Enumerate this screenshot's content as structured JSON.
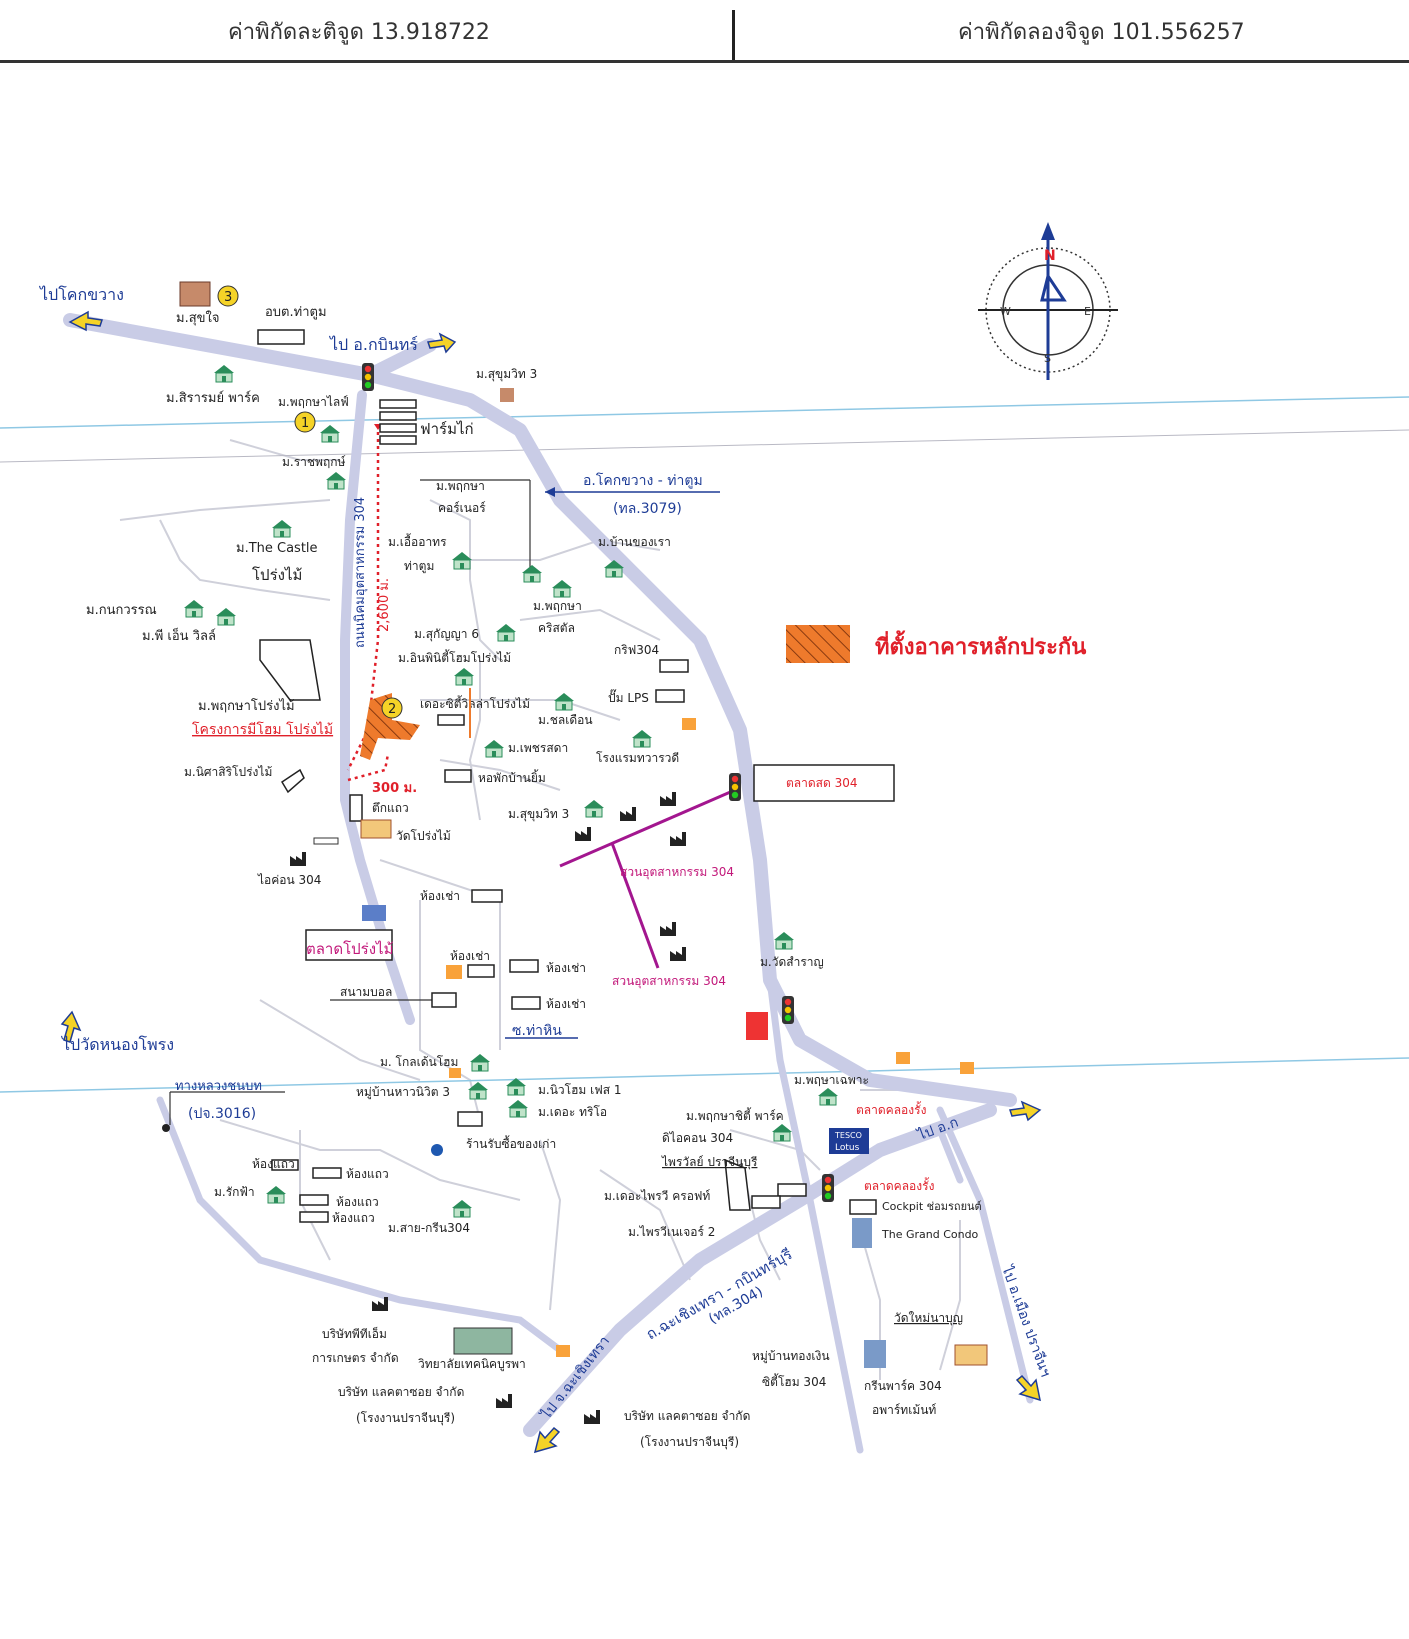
{
  "header": {
    "latitude_label": "ค่าพิกัดละติจูด 13.918722",
    "longitude_label": "ค่าพิกัดลองจิจูด 101.556257"
  },
  "legend": {
    "collateral_location": "ที่ตั้งอาคารหลักประกัน"
  },
  "compass": {
    "n": "N",
    "s": "S",
    "e": "E",
    "w": "W"
  },
  "map": {
    "directions": {
      "to_khok_kwang": "ไปโคกขวาง",
      "to_kabinburi": "ไป อ.กบินทร์",
      "to_wat_nong_phong": "ไปวัดหนองโพรง",
      "to_chachoengsao": "ไป จ.ฉะเชิงเทรา",
      "to_prachinburi": "ไป อ.เมือง ปราจีนฯ",
      "to_ok": "ไป อ.ก"
    },
    "roads": {
      "khok_kwang_tha_tum": "อ.โคกขวาง - ท่าตูม",
      "route_3079": "(ทล.3079)",
      "road_304_name": "ถนนนิคมอุตสาหกรรม 304",
      "distance_2600": "2,600 ม.",
      "distance_300": "300 ม.",
      "chachoengsao_kabin": "ถ.ฉะเชิงเทรา - กบินทร์บุรี",
      "route_304": "(ทล.304)",
      "rural_road": "ทางหลวงชนบท",
      "route_3016": "(ปจ.3016)",
      "soi_tha_hin": "ซ.ท่าหิน"
    },
    "places": {
      "suk_jai": "ม.สุขใจ",
      "obt_tha_tum": "อบต.ท่าตูม",
      "sirarom_park": "ม.สิรารมย์ พาร์ค",
      "phruksa_life": "ม.พฤกษาไลฟ์",
      "sukhumvit3_top": "ม.สุขุมวิท 3",
      "chicken_farm": "ฟาร์มไก่",
      "ratchaphruek": "ม.ราชพฤกษ์",
      "phruksa_corner_1": "ม.พฤกษา",
      "phruksa_corner_2": "คอร์เนอร์",
      "the_castle": "ม.The Castle",
      "prong_mai_1": "โปร่งไม้",
      "ueaathon_1": "ม.เอื้ออาทร",
      "ueaathon_2": "ท่าตูม",
      "ban_khong_rao": "ม.บ้านของเรา",
      "phruksa_crystal_1": "ม.พฤกษา",
      "phruksa_crystal_2": "คริสตัล",
      "kanokwan": "ม.กนกวรรณ",
      "pn_villa": "ม.พี เอ็น วิลล์",
      "sukanya": "ม.สุกัญญา 6",
      "inphinit": "ม.อินพินิตี้โฮมโปร่งไม้",
      "gif304": "กริฟ304",
      "lps": "ปั๊ม LPS",
      "phruksa_prongmai": "ม.พฤกษาโปร่งไม้",
      "home_project": "โครงการมีโฮม โปร่งไม้",
      "the_city_villa": "เดอะซิตี้วิลล่าโปร่งไม้",
      "chon_duean": "ม.ชลเดือน",
      "phet_sada": "ม.เพชรสดา",
      "hotel": "โรงแรมทวารวดี",
      "market_304": "ตลาดสด 304",
      "nisa_siri": "ม.นิศาสิริโปร่งไม้",
      "dormitory": "หอพักบ้านยิ้ม",
      "sukhumvit3": "ม.สุขุมวิท 3",
      "shophouse": "ตึกแถว",
      "wat_prong_mai": "วัดโปร่งไม้",
      "icon304": "ไอค่อน 304",
      "industrial_304_a": "สวนอุตสาหกรรม 304",
      "industrial_304_b": "สวนอุตสาหกรรม 304",
      "room_rent_1": "ห้องเช่า",
      "room_rent_2": "ห้องเช่า",
      "room_rent_3": "ห้องเช่า",
      "room_rent_4": "ห้องเช่า",
      "prong_mai_market": "ตลาดโปร่งไม้",
      "wat_samran": "ม.วัดสำราญ",
      "football_field": "สนามบอล",
      "golden_home": "ม. โกลเด้นโฮม",
      "village_chiwit": "หมู่บ้านหาวนิวิต 3",
      "newhome_phase1": "ม.นิวโฮม เฟส 1",
      "the_trio": "ม.เดอะ ทริโอ",
      "phruksa_chic_park": "ม.พฤกษาชิตี้ พาร์ค",
      "phruksa_a": "ม.พฤษาเฉพาะ",
      "klong_rang_market_1": "ตลาดคลองรั้ง",
      "icon304_b": "ดิไอคอน 304",
      "prachinburi_branch": "ไพรวัลย์ ปราจีนบุรี",
      "used_goods": "ร้านรับซื้อของเก่า",
      "rooms_a": "ห้องแถว",
      "rooms_b": "ห้องแถว",
      "rooms_c": "ห้องแถว",
      "rooms_d": "ห้องแถว",
      "rak_fa": "ม.รักฟ้า",
      "sai_green": "ม.สาย-กรีน304",
      "the_privy_cross": "ม.เดอะไพรวี ครอฟท์",
      "privy_2": "ม.ไพรวีเนเจอร์ 2",
      "klong_rang_market_2": "ตลาดคลองรั้ง",
      "cockpit": "Cockpit ช่อมรถยนต์",
      "grand_condo": "The Grand Condo",
      "tesco_1": "TESCO",
      "tesco_2": "Lotus",
      "wat_mai": "วัดใหม่นาบุญ",
      "ptm_1": "บริษัทพีทีเอ็ม",
      "ptm_2": "การเกษตร จำกัด",
      "college": "วิทยาลัยเทคนิคบูรพา",
      "kaeng_1": "บริษัท แลคตาซอย จำกัด",
      "kaeng_2": "(โรงงานปราจีนบุรี)",
      "kaeng_3": "บริษัท แลคตาซอย จำกัด",
      "kaeng_4": "(โรงงานปราจีนบุรี)",
      "village_gold_1": "หมู่บ้านทองเงิน",
      "village_gold_2": "ซิตี้โฮม 304",
      "green_park_1": "กรีนพาร์ค 304",
      "green_park_2": "อพาร์ทเม้นท์"
    },
    "markers": {
      "one": "1",
      "two": "2",
      "three": "3"
    },
    "colors": {
      "road": "#c9cce6",
      "thin_road": "#c9c9d4",
      "site": "#ee7a2c",
      "red": "#e0202a",
      "blue": "#1e3c96",
      "magenta": "#c2187a",
      "yellow": "#f5d327",
      "green": "#1f8a46"
    }
  }
}
